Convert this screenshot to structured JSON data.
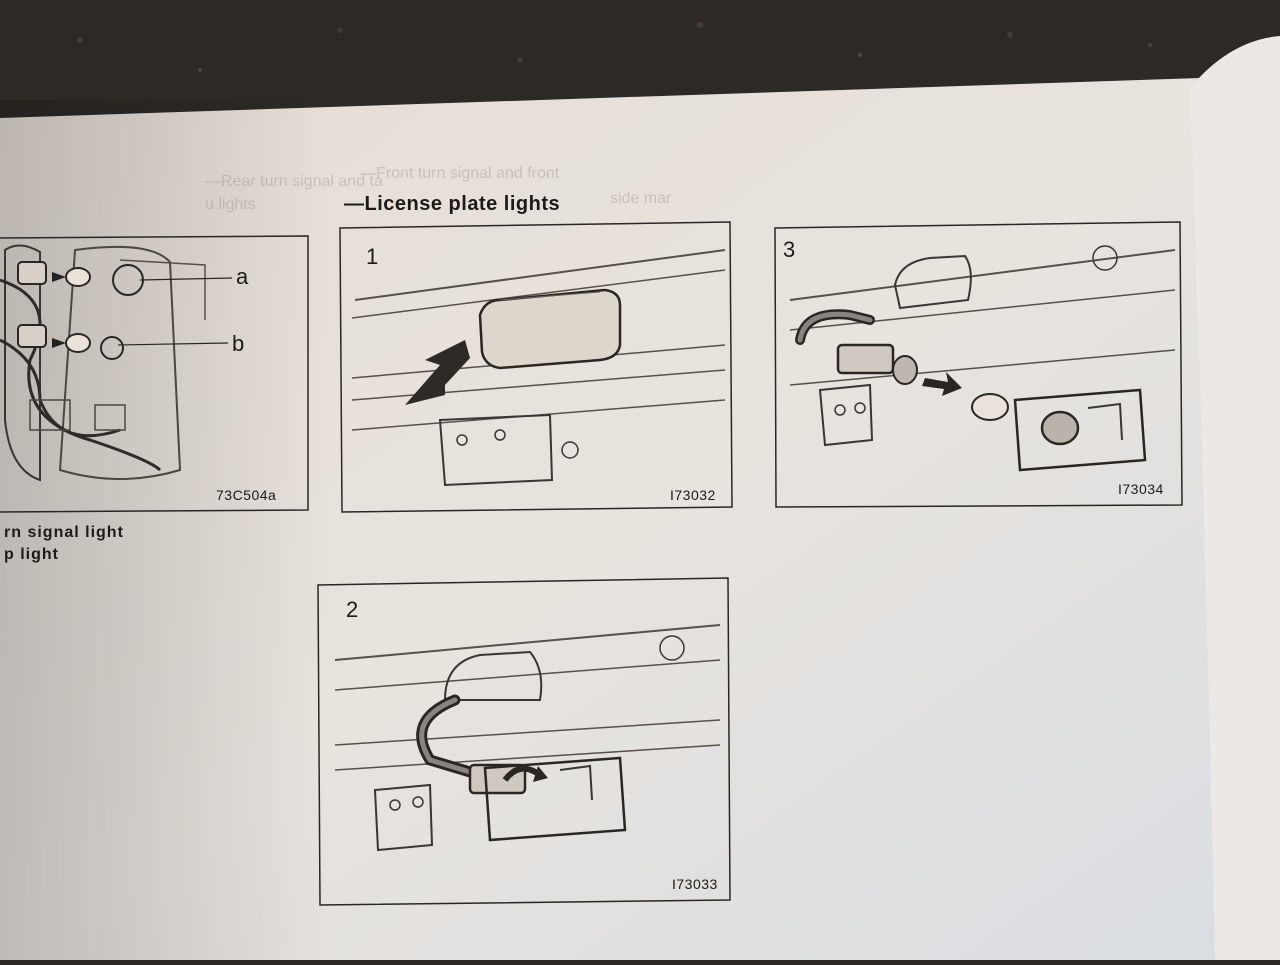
{
  "page": {
    "section_heading": "—License plate lights",
    "colors": {
      "paper": "#e7e1da",
      "ink": "#2a2723",
      "background": "#2b2824"
    }
  },
  "figures": [
    {
      "id": "fig-left",
      "code": "73C504a",
      "callouts": [
        "a",
        "b"
      ]
    },
    {
      "id": "fig-1",
      "number": "1",
      "code": "I73032"
    },
    {
      "id": "fig-2",
      "number": "2",
      "code": "I73033"
    },
    {
      "id": "fig-3",
      "number": "3",
      "code": "I73034"
    }
  ],
  "left_page": {
    "caption_line_1": "rn  signal  light",
    "caption_line_2": "p  light"
  },
  "show_through": {
    "left_heading_1": "—Rear  turn  signal  and  ta",
    "left_heading_2": "u  lights",
    "mid_heading_1": "—Front  turn  signal  and  front",
    "mid_heading_2": "side  mar"
  }
}
